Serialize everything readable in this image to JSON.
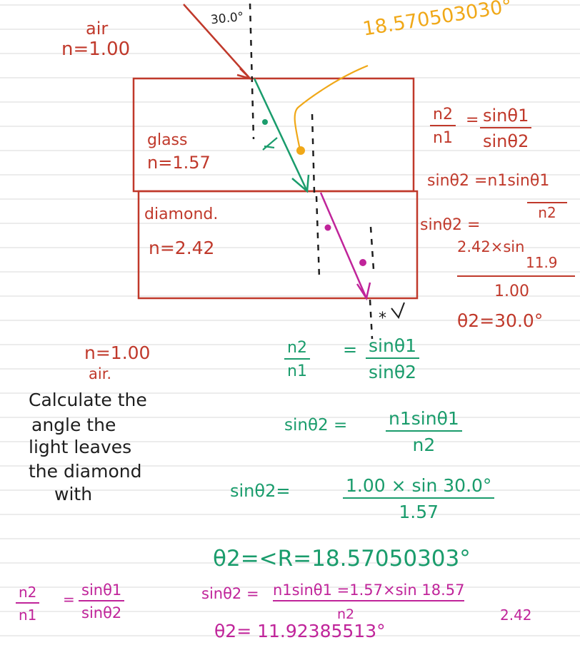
{
  "top_labels": {
    "air": "air",
    "air_n": "n=1.00",
    "angle_30": "30.0°",
    "gold_value": "18.570503030°"
  },
  "media": {
    "glass": "glass",
    "glass_n": "n=1.57",
    "diamond": "diamond.",
    "diamond_n": "n=2.42"
  },
  "right_work": {
    "f1_num": "n2",
    "f1_den": "n1",
    "f1_eq": "=",
    "f1_rnum": "sinθ1",
    "f1_rden": "sinθ2",
    "f2_lhs": "sinθ2 =n1sinθ1",
    "f2_den": "n2",
    "f3_lhs": "sinθ2 =",
    "f3_num": "2.42×sin",
    "f3_num2": "11.9",
    "f3_den": "1.00",
    "result": "θ2=30.0°"
  },
  "star_note": "*",
  "bottom_left": {
    "n": "n=1.00",
    "air": "air.",
    "q1": "Calculate the",
    "q2": "angle the",
    "q3": "light leaves",
    "q4": "the diamond",
    "q5": "with"
  },
  "green_work": {
    "f1_num": "n2",
    "f1_den": "n1",
    "f1_eq": "=",
    "f1_rnum": "sinθ1",
    "f1_rden": "sinθ2",
    "f2_lhs": "sinθ2 =",
    "f2_num": "n1sinθ1",
    "f2_den": "n2",
    "f3_lhs": "sinθ2=",
    "f3_num": "1.00 × sin 30.0°",
    "f3_den": "1.57",
    "result": "θ2=<R=18.57050303°"
  },
  "pink_work": {
    "f1_num": "n2",
    "f1_den": "n1",
    "f1_eq": "=",
    "f1_rnum": "sinθ1",
    "f1_rden": "sinθ2",
    "f2_lhs": "sinθ2 =",
    "f2_num": "n1sinθ1 =1.57×sin 18.57",
    "f2_den": "n2",
    "f2_den2": "2.42",
    "result": "θ2= 11.92385513°"
  },
  "colors": {
    "red": "#c0392b",
    "green": "#1a9c6c",
    "pink": "#c0249a",
    "gold": "#f0a818",
    "rule": "#d9d9d9"
  }
}
